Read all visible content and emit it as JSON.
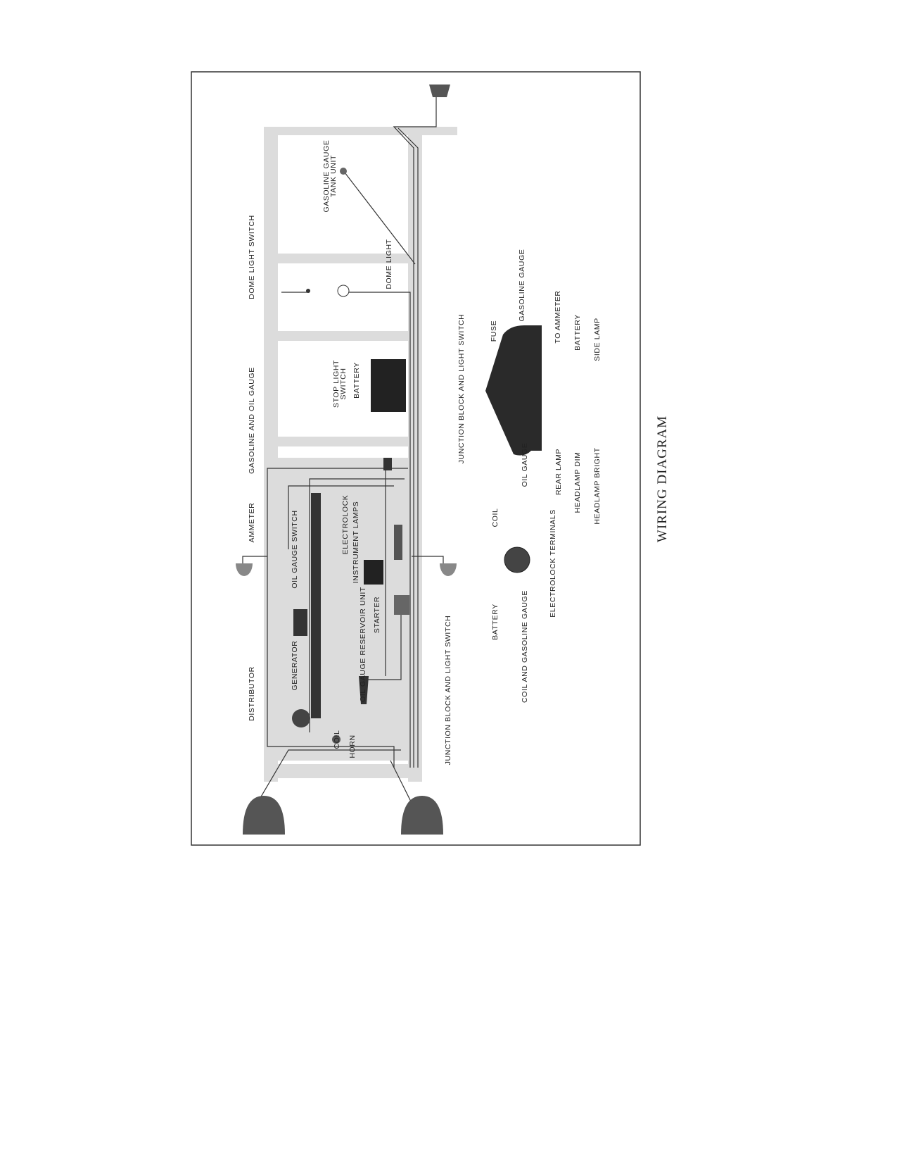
{
  "title": "WIRING DIAGRAM",
  "labels": {
    "dome_light_switch": "DOME LIGHT SWITCH",
    "gas_gauge_tank_1": "GASOLINE GAUGE",
    "gas_gauge_tank_2": "TANK UNIT",
    "dome_light": "DOME LIGHT",
    "gas_oil_gauge": "GASOLINE AND OIL GAUGE",
    "stop_light_1": "STOP LIGHT",
    "stop_light_2": "SWITCH",
    "battery_main": "BATTERY",
    "ammeter": "AMMETER",
    "oil_gauge_switch": "OIL GAUGE SWITCH",
    "electrolock": "ELECTROLOCK",
    "instrument_lamps": "INSTRUMENT LAMPS",
    "distributor": "DISTRIBUTOR",
    "generator": "GENERATOR",
    "oil_reservoir": "OIL GAUGE RESERVOIR UNIT",
    "starter": "STARTER",
    "coil_left": "COIL",
    "horn": "HORN",
    "junction_left": "JUNCTION BLOCK AND LIGHT SWITCH"
  },
  "junction_detail": {
    "title": "JUNCTION BLOCK AND LIGHT SWITCH",
    "fuse": "FUSE",
    "gasoline_gauge": "GASOLINE GAUGE",
    "to_ammeter": "TO AMMETER",
    "battery": "BATTERY",
    "side_lamp": "SIDE LAMP",
    "oil_gauge": "OIL GAUGE",
    "rear_lamp": "REAR LAMP",
    "headlamp_dim": "HEADLAMP DIM",
    "headlamp_bright": "HEADLAMP BRIGHT"
  },
  "coil_detail": {
    "coil": "COIL",
    "electrolock_terminals": "ELECTROLOCK TERMINALS",
    "battery": "BATTERY",
    "coil_gas_gauge": "COIL AND GASOLINE GAUGE"
  }
}
